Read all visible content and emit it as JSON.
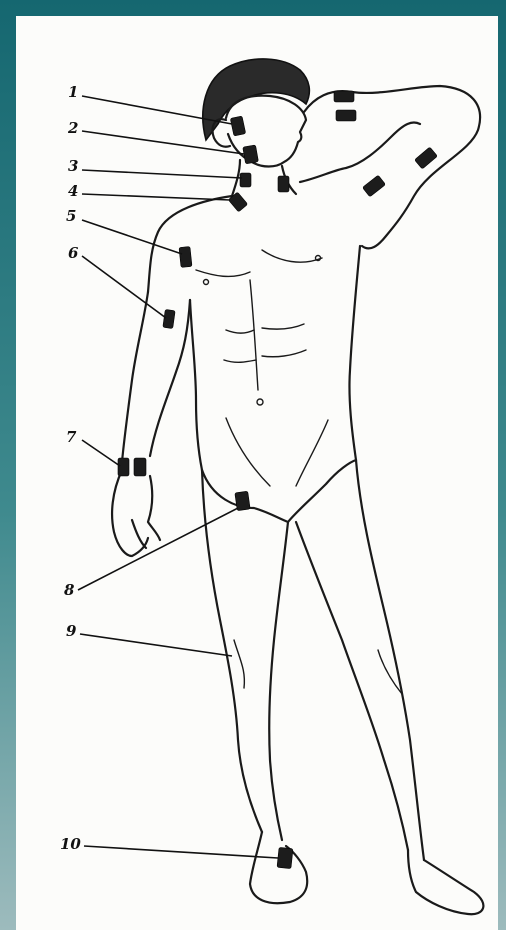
{
  "labels": [
    "1",
    "2",
    "3",
    "4",
    "5",
    "6",
    "7",
    "8",
    "9",
    "10"
  ],
  "colors": {
    "slide_background_top": "#156770",
    "slide_background_bottom": "#9dbbbd",
    "paper": "#fcfcfa",
    "ink": "#1a1a1a"
  }
}
